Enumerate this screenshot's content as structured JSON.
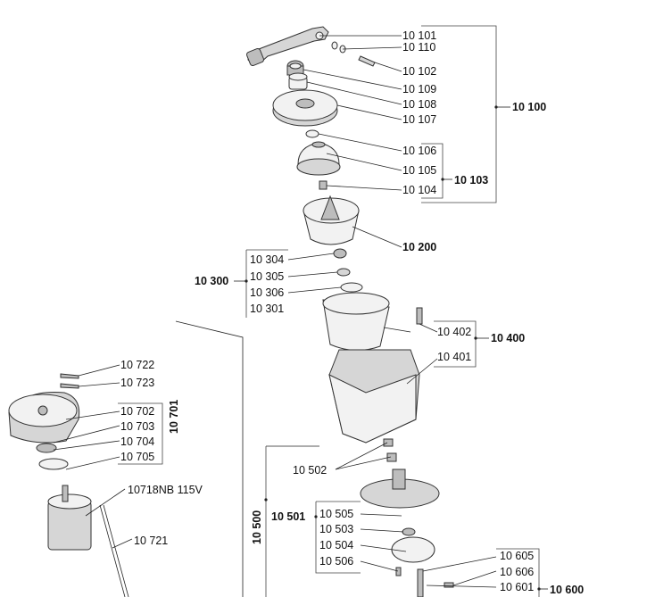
{
  "parts": {
    "p10101": "10 101",
    "p10110": "10 110",
    "p10102": "10 102",
    "p10109": "10 109",
    "p10108": "10 108",
    "p10107": "10 107",
    "p10106": "10 106",
    "p10105": "10 105",
    "p10104": "10 104",
    "p10304": "10 304",
    "p10305": "10 305",
    "p10306": "10 306",
    "p10301": "10 301",
    "p10402": "10 402",
    "p10401": "10 401",
    "p10722": "10 722",
    "p10723": "10 723",
    "p10702": "10 702",
    "p10703": "10 703",
    "p10704": "10 704",
    "p10705": "10 705",
    "p10718": "10718NB 115V",
    "p10721": "10 721",
    "p10502": "10 502",
    "p10505": "10 505",
    "p10503": "10 503",
    "p10504": "10 504",
    "p10506": "10 506",
    "p10605": "10 605",
    "p10606": "10 606",
    "p10601": "10 601"
  },
  "groups": {
    "g10100": "10 100",
    "g10103": "10 103",
    "g10200": "10 200",
    "g10300": "10 300",
    "g10400": "10 400",
    "g10701": "10 701",
    "g10500": "10 500",
    "g10501": "10 501",
    "g10600": "10 600"
  }
}
